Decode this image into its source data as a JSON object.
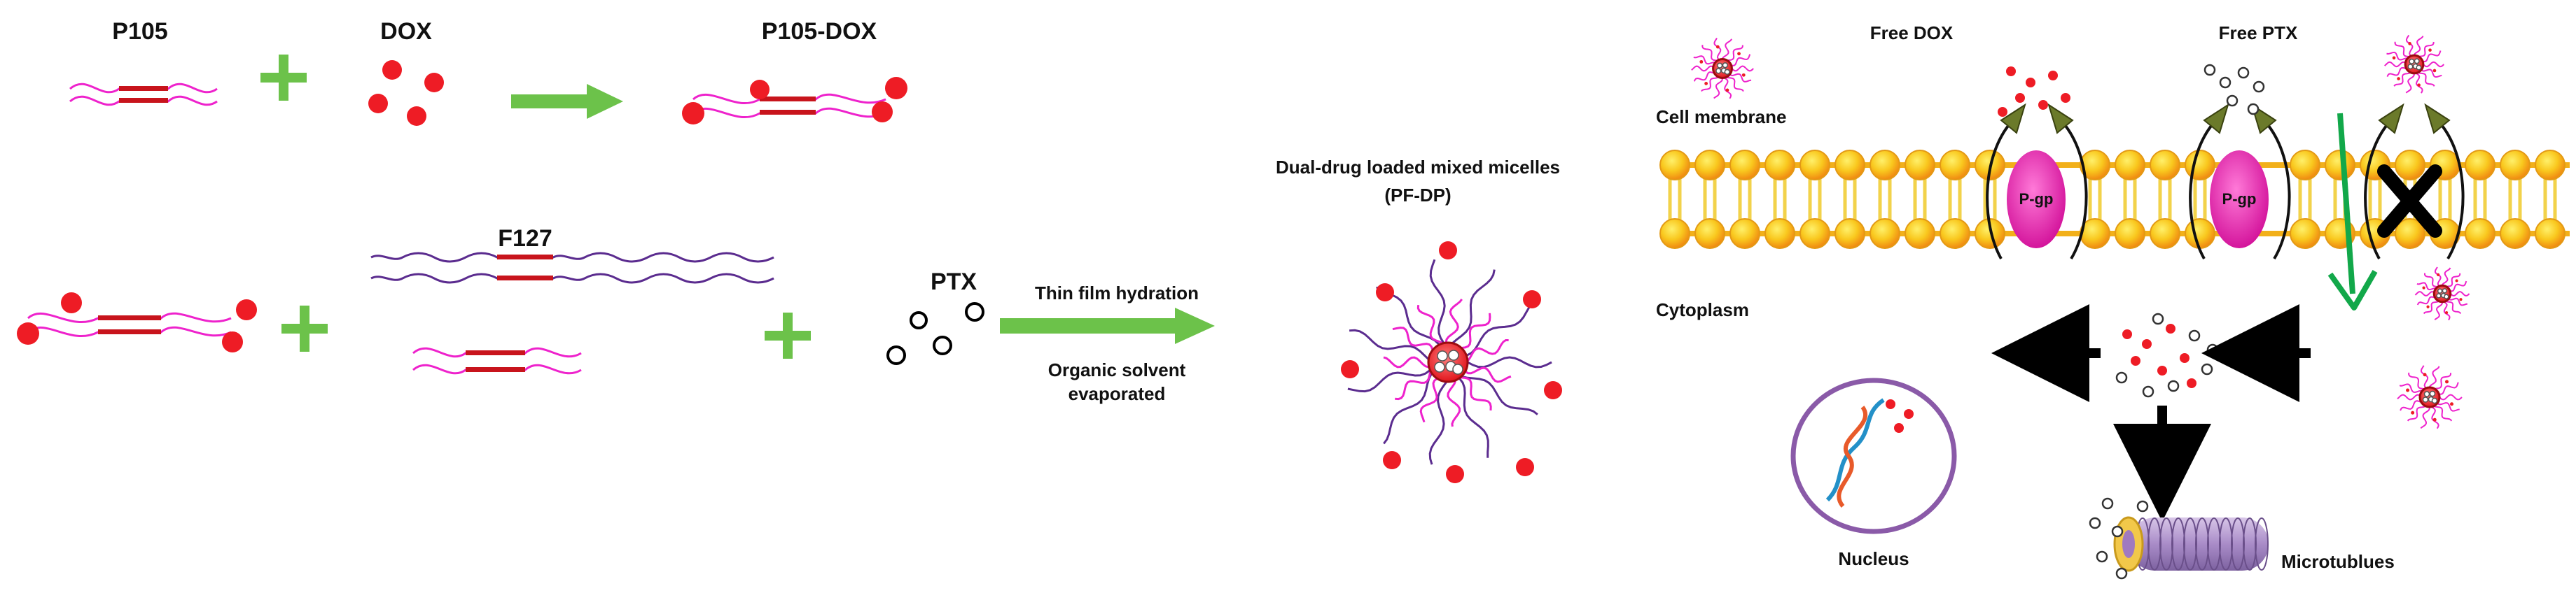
{
  "labels": {
    "p105": "P105",
    "dox": "DOX",
    "p105_dox": "P105-DOX",
    "f127": "F127",
    "ptx": "PTX",
    "thin_film": "Thin film hydration",
    "organic_1": "Organic solvent",
    "organic_2": "evaporated",
    "micelle_1": "Dual-drug loaded mixed micelles",
    "micelle_2": "(PF-DP)",
    "cell_membrane": "Cell membrane",
    "free_dox": "Free DOX",
    "free_ptx": "Free PTX",
    "pgp_1": "P-gp",
    "pgp_2": "P-gp",
    "cytoplasm": "Cytoplasm",
    "nucleus": "Nucleus",
    "microtubules": "Microtublues"
  },
  "colors": {
    "dox_red": "#ee1c25",
    "copolymer_red": "#c8141c",
    "peo_pink": "#ee22cc",
    "f127_purple": "#5b2c8f",
    "arrow_green": "#6cc24a",
    "uptake_green": "#12a84a",
    "lipid_head": "#f7b21c",
    "lipid_tail": "#f2d24a",
    "pgp_magenta": "#ea2bb0",
    "channel_green": "#6b7a2a",
    "nucleus_purple": "#8a5aa8",
    "black": "#000000"
  }
}
